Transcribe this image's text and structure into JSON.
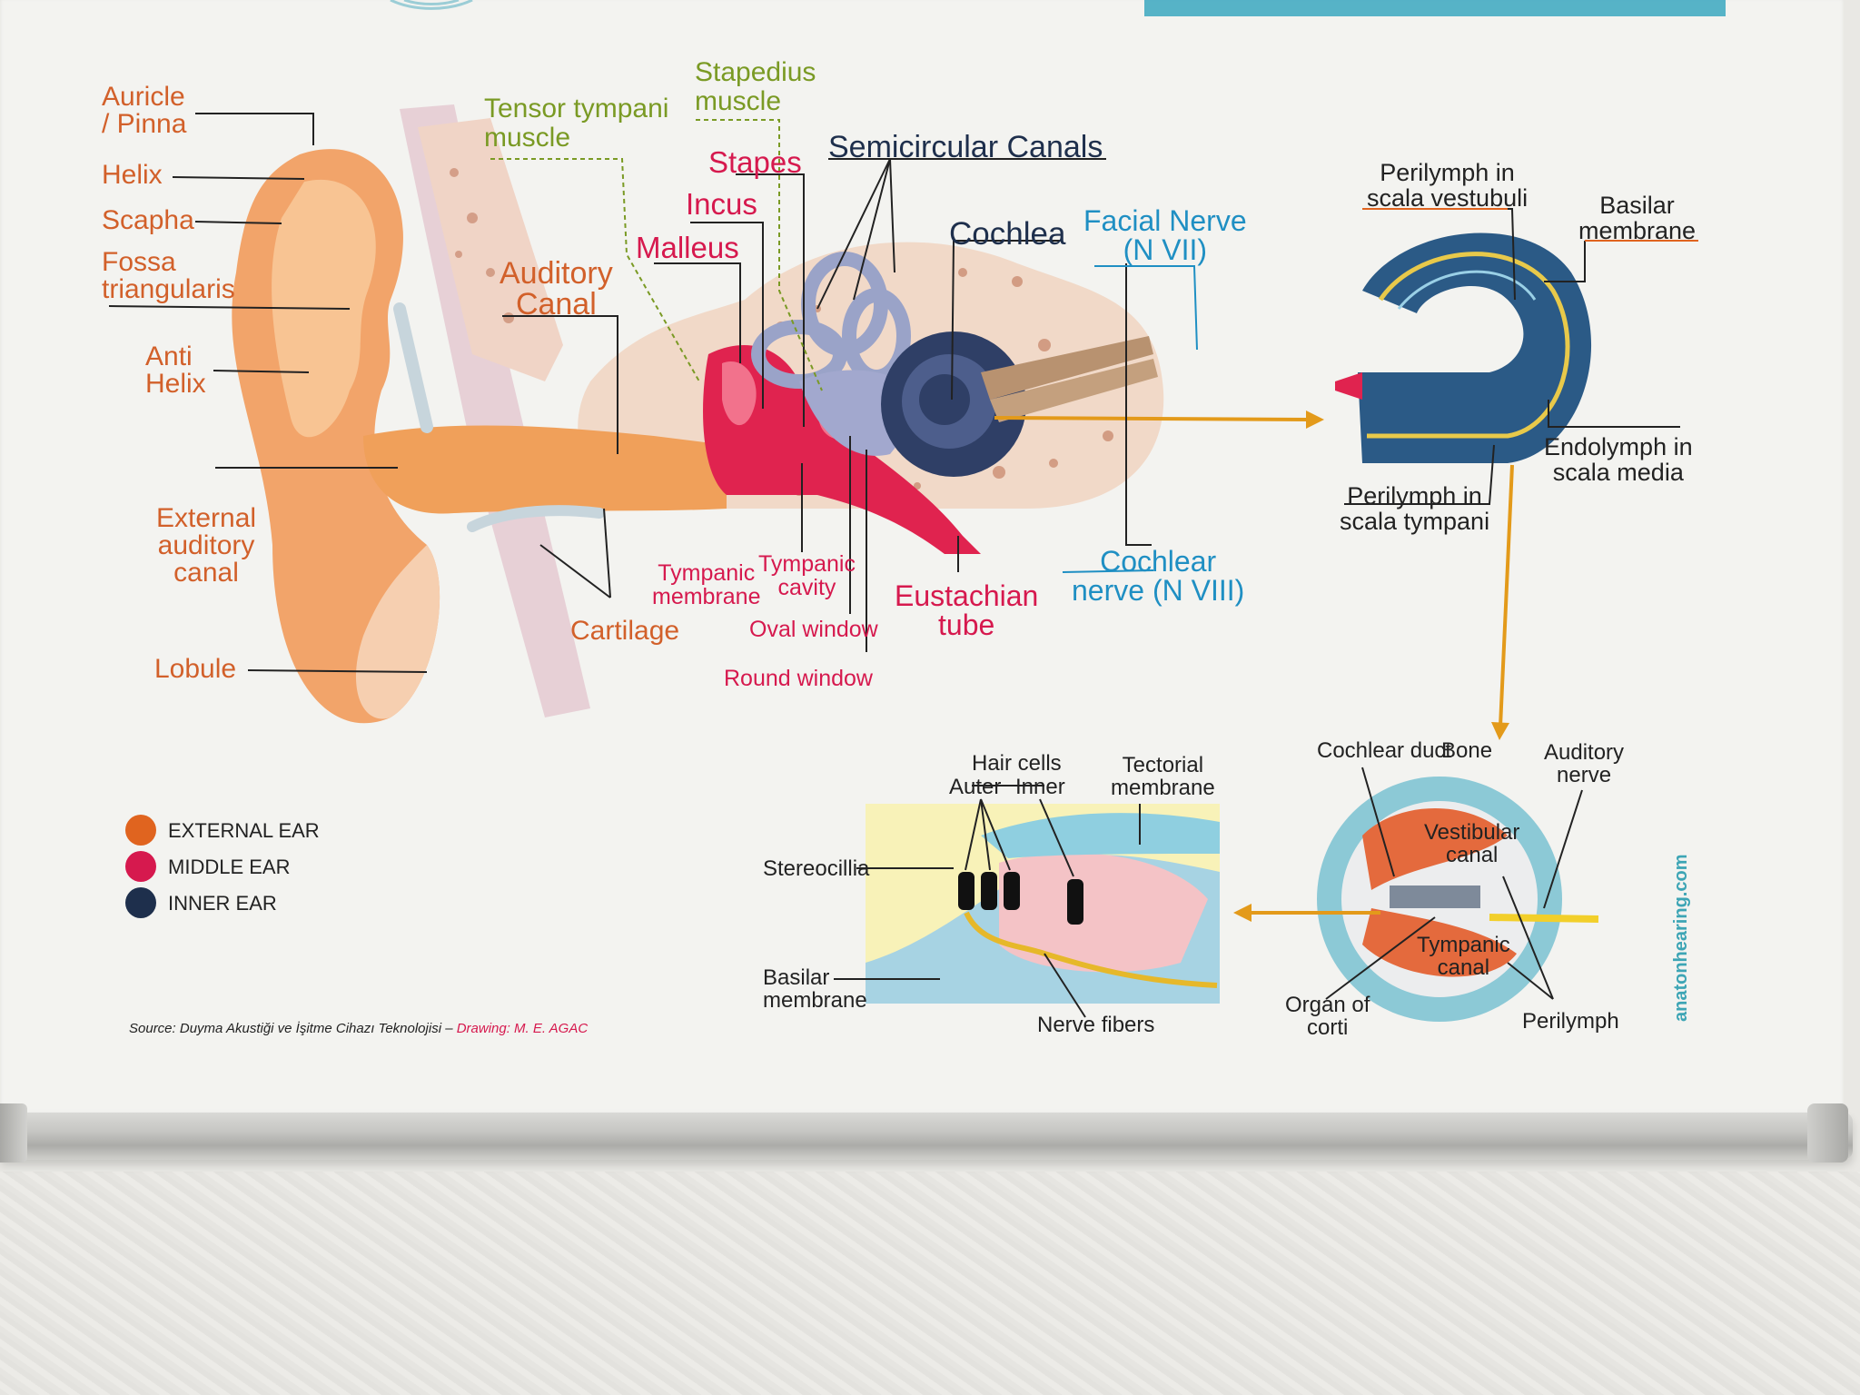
{
  "external_labels": {
    "auricle": "Auricle\n/ Pinna",
    "helix": "Helix",
    "scapha": "Scapha",
    "fossa": "Fossa\ntriangularis",
    "antihelix": "Anti\nHelix",
    "external_canal": "External\nauditory\ncanal",
    "lobule": "Lobule",
    "auditory_canal": "Auditory\nCanal",
    "cartilage": "Cartilage"
  },
  "muscle_labels": {
    "tensor": "Tensor tympani\nmuscle",
    "stapedius": "Stapedius\nmuscle"
  },
  "middle_labels": {
    "stapes": "Stapes",
    "incus": "Incus",
    "malleus": "Malleus",
    "tympanic_membrane": "Tympanic\nmembrane",
    "tympanic_cavity": "Tympanic\ncavity",
    "oval_window": "Oval window",
    "round_window": "Round window",
    "eustachian": "Eustachian\ntube"
  },
  "inner_labels": {
    "semicircular": "Semicircular Canals",
    "cochlea": "Cochlea"
  },
  "nerve_labels": {
    "facial": "Facial Nerve\n(N VII)",
    "cochlear_nerve": "Cochlear\nnerve (N VIII)"
  },
  "cochlea_detail": {
    "perilymph_vest": "Perilymph in\nscala vestubuli",
    "basilar": "Basilar\nmembrane",
    "endolymph": "Endolymph in\nscala media",
    "perilymph_tymp": "Perilymph in\nscala tympani"
  },
  "cross_section": {
    "cochlear_duct": "Cochlear duct",
    "bone": "Bone",
    "auditory_nerve": "Auditory\nnerve",
    "vestibular_canal": "Vestibular\ncanal",
    "tympanic_canal": "Tympanic\ncanal",
    "organ_of_corti": "Organ of\ncorti",
    "perilymph": "Perilymph"
  },
  "organ_detail": {
    "hair_cells": "Hair cells",
    "auter": "Auter",
    "inner": "Inner",
    "tectorial": "Tectorial\nmembrane",
    "stereocilia": "Stereocillia",
    "basilar": "Basilar\nmembrane",
    "nerve_fibers": "Nerve fibers"
  },
  "legend": [
    {
      "label": "EXTERNAL EAR",
      "color": "#e0641f"
    },
    {
      "label": "MIDDLE EAR",
      "color": "#d6194e"
    },
    {
      "label": "INNER EAR",
      "color": "#1e2f4c"
    }
  ],
  "source": {
    "text": "Source: Duyma Akustiği ve İşitme Cihazı Teknolojisi – ",
    "drawing": "Drawing: M. E. AGAC"
  },
  "brand": "anatonhearing.com",
  "colors": {
    "external": "#e0641f",
    "middle": "#d6194e",
    "inner": "#1e2f4c",
    "muscle": "#7a9a24",
    "nerve": "#1f8fc3",
    "arrow": "#e39a1a"
  }
}
